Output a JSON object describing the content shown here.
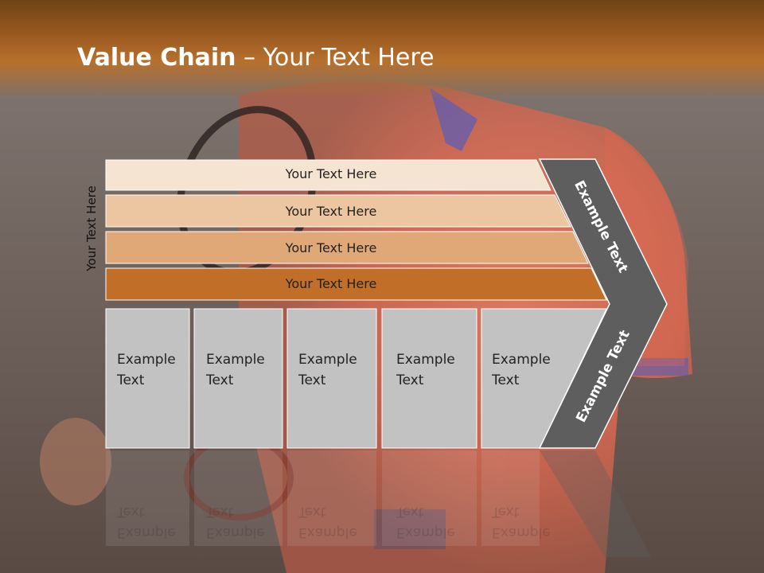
{
  "title": {
    "bold": "Value Chain",
    "rest": " – Your Text Here"
  },
  "side_label": "Your Text Here",
  "bars": [
    {
      "label": "Your Text Here",
      "color": "#f6e4d2"
    },
    {
      "label": "Your Text Here",
      "color": "#ecc6a0"
    },
    {
      "label": "Your Text Here",
      "color": "#e0a877"
    },
    {
      "label": "Your Text Here",
      "color": "#c06e28"
    }
  ],
  "cells": [
    {
      "line1": "Example",
      "line2": "Text"
    },
    {
      "line1": "Example",
      "line2": "Text"
    },
    {
      "line1": "Example",
      "line2": "Text"
    },
    {
      "line1": "Example",
      "line2": "Text"
    },
    {
      "line1": "Example",
      "line2": "Text"
    }
  ],
  "chevron": {
    "top_text": "Example Text",
    "bottom_text": "Example Text",
    "color": "#5e5e5e"
  },
  "colors": {
    "header": "#b8702d",
    "cell": "#c2c2c2",
    "background": "#7d7470"
  }
}
